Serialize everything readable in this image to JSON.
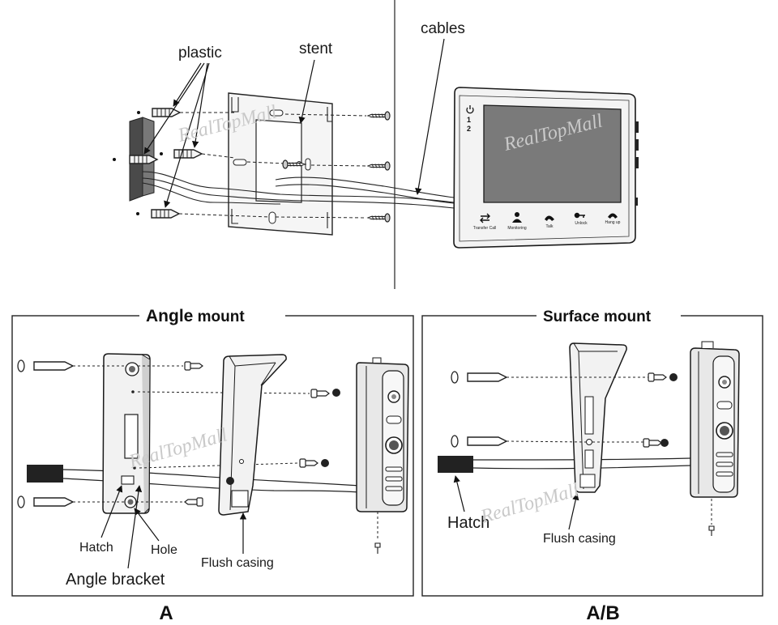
{
  "labels": {
    "plastic": "plastic",
    "stent": "stent",
    "cables": "cables",
    "angle_mount_title_bold": "Angle",
    "angle_mount_title_rest": " mount",
    "surface_mount_title": "Surface mount",
    "hatch": "Hatch",
    "hole": "Hole",
    "angle_bracket": "Angle bracket",
    "flush_casing": "Flush casing",
    "hatch_b": "Hatch",
    "flush_casing_b": "Flush casing",
    "caption_a": "A",
    "caption_ab": "A/B"
  },
  "monitor": {
    "status_1": "1",
    "status_2": "2",
    "buttons": [
      "Transfer Call",
      "Monitoring",
      "Talk",
      "Unlock",
      "Hang up"
    ]
  },
  "watermark": "RealTopMall",
  "colors": {
    "line": "#1a1a1a",
    "panel": "#ebebeb",
    "screen": "#7a7a7a",
    "wall": "#4a4a4a"
  }
}
